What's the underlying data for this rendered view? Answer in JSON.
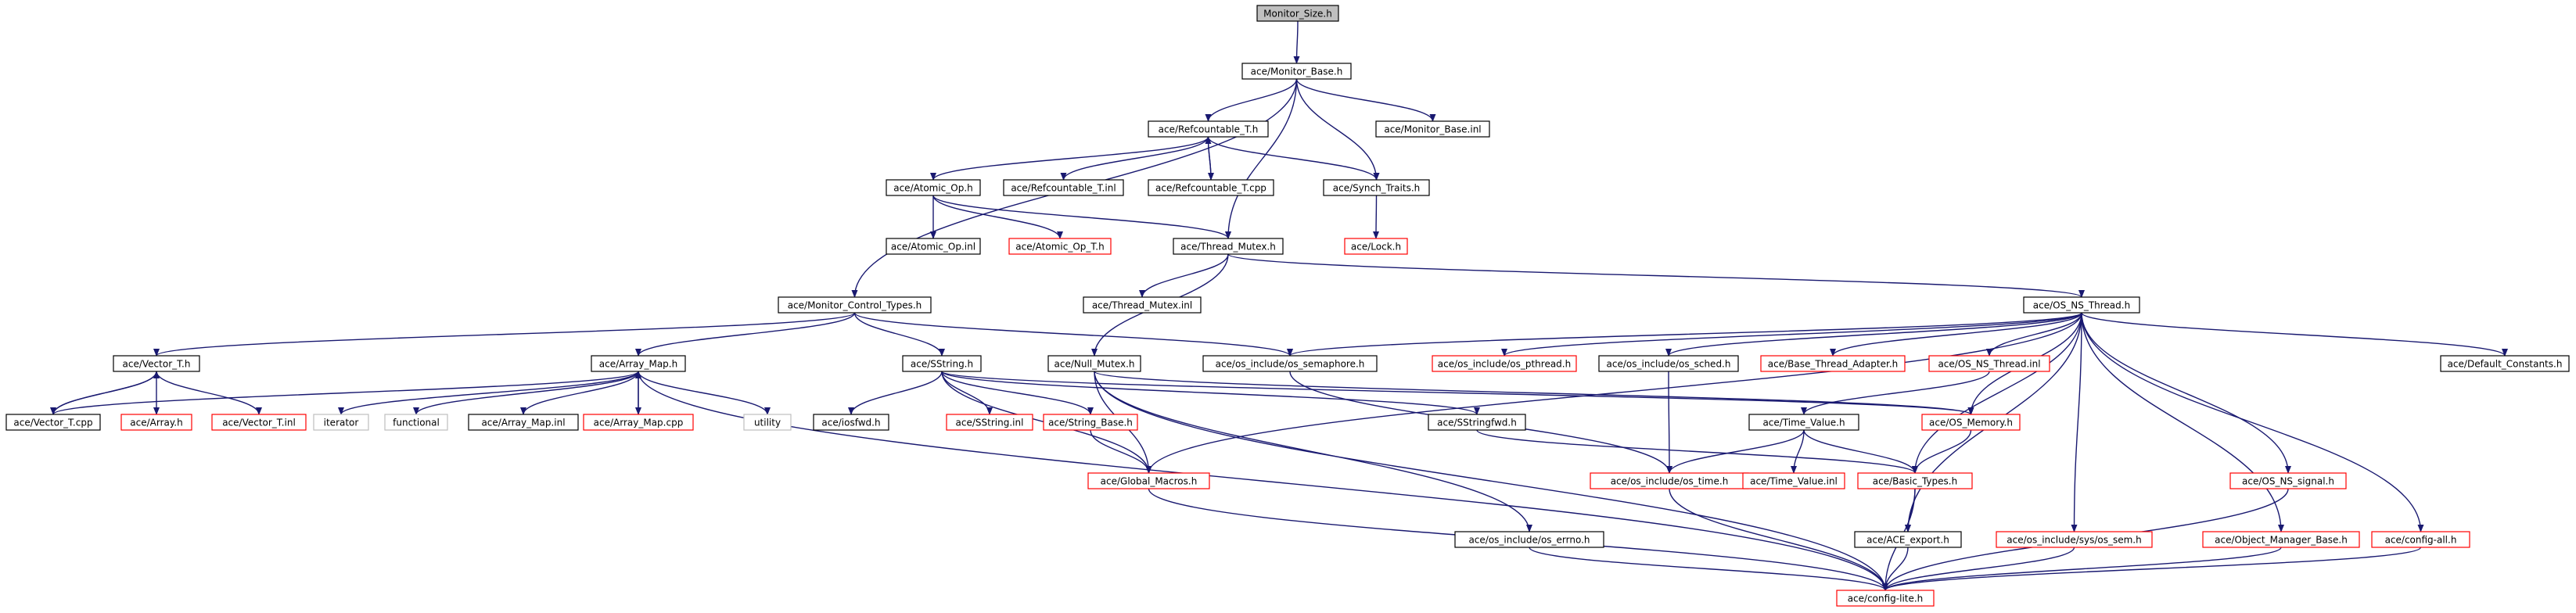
{
  "diagram": {
    "title": "",
    "colors": {
      "edge": "#191970",
      "node_fill": "#ffffff",
      "node_border": "#000000",
      "missing_border": "#ff0000",
      "root_fill": "#bfbfbf",
      "external_border": "#bfbfbf"
    },
    "nodes": [
      {
        "id": "monitor_size",
        "label": "Monitor_Size.h",
        "kind": "root"
      },
      {
        "id": "monitor_base",
        "label": "ace/Monitor_Base.h",
        "kind": "normal"
      },
      {
        "id": "refcountable_t",
        "label": "ace/Refcountable_T.h",
        "kind": "normal"
      },
      {
        "id": "monitor_base_inl",
        "label": "ace/Monitor_Base.inl",
        "kind": "normal"
      },
      {
        "id": "atomic_op",
        "label": "ace/Atomic_Op.h",
        "kind": "normal"
      },
      {
        "id": "refcountable_t_inl",
        "label": "ace/Refcountable_T.inl",
        "kind": "normal"
      },
      {
        "id": "refcountable_t_cpp",
        "label": "ace/Refcountable_T.cpp",
        "kind": "normal"
      },
      {
        "id": "synch_traits",
        "label": "ace/Synch_Traits.h",
        "kind": "normal"
      },
      {
        "id": "atomic_op_inl",
        "label": "ace/Atomic_Op.inl",
        "kind": "normal"
      },
      {
        "id": "atomic_op_t",
        "label": "ace/Atomic_Op_T.h",
        "kind": "missing"
      },
      {
        "id": "thread_mutex",
        "label": "ace/Thread_Mutex.h",
        "kind": "normal"
      },
      {
        "id": "lock",
        "label": "ace/Lock.h",
        "kind": "missing"
      },
      {
        "id": "monitor_control_types",
        "label": "ace/Monitor_Control_Types.h",
        "kind": "normal"
      },
      {
        "id": "thread_mutex_inl",
        "label": "ace/Thread_Mutex.inl",
        "kind": "normal"
      },
      {
        "id": "os_ns_thread",
        "label": "ace/OS_NS_Thread.h",
        "kind": "normal"
      },
      {
        "id": "vector_t",
        "label": "ace/Vector_T.h",
        "kind": "normal"
      },
      {
        "id": "array_map",
        "label": "ace/Array_Map.h",
        "kind": "normal"
      },
      {
        "id": "sstring",
        "label": "ace/SString.h",
        "kind": "normal"
      },
      {
        "id": "null_mutex",
        "label": "ace/Null_Mutex.h",
        "kind": "normal"
      },
      {
        "id": "os_semaphore",
        "label": "ace/os_include/os_semaphore.h",
        "kind": "normal"
      },
      {
        "id": "os_pthread",
        "label": "ace/os_include/os_pthread.h",
        "kind": "missing"
      },
      {
        "id": "os_sched",
        "label": "ace/os_include/os_sched.h",
        "kind": "normal"
      },
      {
        "id": "base_thread_adapter",
        "label": "ace/Base_Thread_Adapter.h",
        "kind": "missing"
      },
      {
        "id": "os_ns_thread_inl",
        "label": "ace/OS_NS_Thread.inl",
        "kind": "missing"
      },
      {
        "id": "default_constants",
        "label": "ace/Default_Constants.h",
        "kind": "normal"
      },
      {
        "id": "vector_t_cpp",
        "label": "ace/Vector_T.cpp",
        "kind": "normal"
      },
      {
        "id": "array",
        "label": "ace/Array.h",
        "kind": "missing"
      },
      {
        "id": "vector_t_inl",
        "label": "ace/Vector_T.inl",
        "kind": "missing"
      },
      {
        "id": "iterator",
        "label": "iterator",
        "kind": "external"
      },
      {
        "id": "functional",
        "label": "functional",
        "kind": "external"
      },
      {
        "id": "array_map_inl",
        "label": "ace/Array_Map.inl",
        "kind": "normal"
      },
      {
        "id": "array_map_cpp",
        "label": "ace/Array_Map.cpp",
        "kind": "missing"
      },
      {
        "id": "utility",
        "label": "utility",
        "kind": "external"
      },
      {
        "id": "iosfwd",
        "label": "ace/iosfwd.h",
        "kind": "normal"
      },
      {
        "id": "sstring_inl",
        "label": "ace/SString.inl",
        "kind": "missing"
      },
      {
        "id": "string_base",
        "label": "ace/String_Base.h",
        "kind": "missing"
      },
      {
        "id": "sstringfwd",
        "label": "ace/SStringfwd.h",
        "kind": "normal"
      },
      {
        "id": "time_value",
        "label": "ace/Time_Value.h",
        "kind": "normal"
      },
      {
        "id": "os_memory",
        "label": "ace/OS_Memory.h",
        "kind": "missing"
      },
      {
        "id": "global_macros",
        "label": "ace/Global_Macros.h",
        "kind": "missing"
      },
      {
        "id": "os_time",
        "label": "ace/os_include/os_time.h",
        "kind": "missing"
      },
      {
        "id": "time_value_inl",
        "label": "ace/Time_Value.inl",
        "kind": "missing"
      },
      {
        "id": "basic_types",
        "label": "ace/Basic_Types.h",
        "kind": "missing"
      },
      {
        "id": "os_ns_signal",
        "label": "ace/OS_NS_signal.h",
        "kind": "missing"
      },
      {
        "id": "os_errno",
        "label": "ace/os_include/os_errno.h",
        "kind": "normal"
      },
      {
        "id": "os_sem",
        "label": "ace/os_include/sys/os_sem.h",
        "kind": "missing"
      },
      {
        "id": "ace_export",
        "label": "ace/ACE_export.h",
        "kind": "normal"
      },
      {
        "id": "object_manager_base",
        "label": "ace/Object_Manager_Base.h",
        "kind": "missing"
      },
      {
        "id": "config_all",
        "label": "ace/config-all.h",
        "kind": "missing"
      },
      {
        "id": "config_lite",
        "label": "ace/config-lite.h",
        "kind": "missing"
      }
    ],
    "edges": [
      [
        "monitor_size",
        "monitor_base"
      ],
      [
        "monitor_base",
        "refcountable_t"
      ],
      [
        "monitor_base",
        "monitor_base_inl"
      ],
      [
        "monitor_base",
        "synch_traits"
      ],
      [
        "monitor_base",
        "thread_mutex"
      ],
      [
        "monitor_base",
        "monitor_control_types"
      ],
      [
        "refcountable_t",
        "atomic_op"
      ],
      [
        "refcountable_t",
        "refcountable_t_inl"
      ],
      [
        "refcountable_t",
        "refcountable_t_cpp"
      ],
      [
        "refcountable_t_cpp",
        "refcountable_t"
      ],
      [
        "refcountable_t",
        "synch_traits"
      ],
      [
        "atomic_op",
        "atomic_op_inl"
      ],
      [
        "atomic_op",
        "atomic_op_t"
      ],
      [
        "atomic_op",
        "thread_mutex"
      ],
      [
        "synch_traits",
        "lock"
      ],
      [
        "thread_mutex",
        "thread_mutex_inl"
      ],
      [
        "thread_mutex",
        "os_ns_thread"
      ],
      [
        "thread_mutex",
        "null_mutex"
      ],
      [
        "monitor_control_types",
        "vector_t"
      ],
      [
        "monitor_control_types",
        "array_map"
      ],
      [
        "monitor_control_types",
        "sstring"
      ],
      [
        "monitor_control_types",
        "os_semaphore"
      ],
      [
        "vector_t",
        "vector_t_cpp"
      ],
      [
        "vector_t_cpp",
        "vector_t"
      ],
      [
        "vector_t",
        "array"
      ],
      [
        "vector_t",
        "vector_t_inl"
      ],
      [
        "array_map",
        "iterator"
      ],
      [
        "array_map",
        "functional"
      ],
      [
        "array_map",
        "array_map_inl"
      ],
      [
        "array_map",
        "array_map_cpp"
      ],
      [
        "array_map_cpp",
        "array_map"
      ],
      [
        "array_map",
        "utility"
      ],
      [
        "array_map",
        "config_lite"
      ],
      [
        "vector_t_cpp",
        "array_map"
      ],
      [
        "sstring",
        "iosfwd"
      ],
      [
        "sstring",
        "sstring_inl"
      ],
      [
        "sstring",
        "string_base"
      ],
      [
        "sstring",
        "sstringfwd"
      ],
      [
        "sstring",
        "os_memory"
      ],
      [
        "sstring",
        "global_macros"
      ],
      [
        "string_base",
        "global_macros"
      ],
      [
        "null_mutex",
        "global_macros"
      ],
      [
        "null_mutex",
        "os_errno"
      ],
      [
        "null_mutex",
        "os_memory"
      ],
      [
        "null_mutex",
        "config_lite"
      ],
      [
        "os_semaphore",
        "os_time"
      ],
      [
        "os_ns_thread",
        "os_semaphore"
      ],
      [
        "os_ns_thread",
        "os_pthread"
      ],
      [
        "os_ns_thread",
        "os_sched"
      ],
      [
        "os_ns_thread",
        "base_thread_adapter"
      ],
      [
        "os_ns_thread",
        "os_ns_thread_inl"
      ],
      [
        "os_ns_thread",
        "default_constants"
      ],
      [
        "os_ns_thread",
        "global_macros"
      ],
      [
        "os_ns_thread",
        "os_memory"
      ],
      [
        "os_ns_thread",
        "basic_types"
      ],
      [
        "os_ns_thread",
        "os_ns_signal"
      ],
      [
        "os_ns_thread",
        "os_sem"
      ],
      [
        "os_ns_thread",
        "ace_export"
      ],
      [
        "os_ns_thread",
        "object_manager_base"
      ],
      [
        "os_ns_thread",
        "config_all"
      ],
      [
        "os_sched",
        "os_time"
      ],
      [
        "os_ns_thread_inl",
        "time_value"
      ],
      [
        "time_value",
        "os_time"
      ],
      [
        "time_value",
        "time_value_inl"
      ],
      [
        "time_value",
        "basic_types"
      ],
      [
        "sstringfwd",
        "basic_types"
      ],
      [
        "os_memory",
        "basic_types"
      ],
      [
        "os_time",
        "config_lite"
      ],
      [
        "global_macros",
        "config_lite"
      ],
      [
        "os_errno",
        "config_lite"
      ],
      [
        "basic_types",
        "ace_export"
      ],
      [
        "basic_types",
        "config_lite"
      ],
      [
        "ace_export",
        "config_lite"
      ],
      [
        "os_sem",
        "config_lite"
      ],
      [
        "os_ns_signal",
        "config_lite"
      ],
      [
        "object_manager_base",
        "config_lite"
      ],
      [
        "config_all",
        "config_lite"
      ]
    ]
  }
}
